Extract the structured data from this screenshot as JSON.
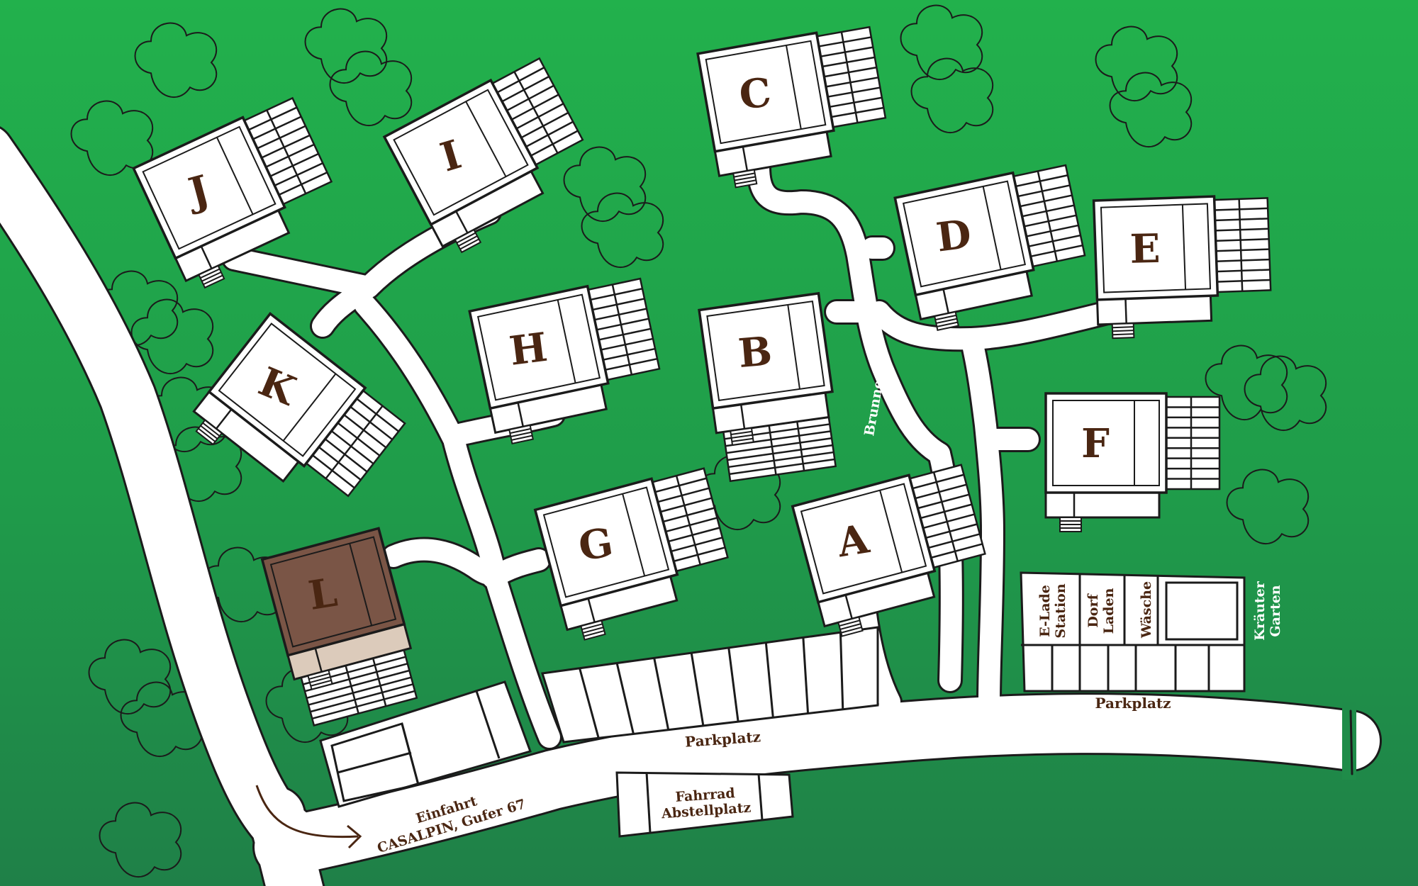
{
  "map": {
    "buildings": [
      {
        "letter": "A"
      },
      {
        "letter": "B"
      },
      {
        "letter": "C"
      },
      {
        "letter": "D"
      },
      {
        "letter": "E"
      },
      {
        "letter": "F"
      },
      {
        "letter": "G"
      },
      {
        "letter": "H"
      },
      {
        "letter": "I"
      },
      {
        "letter": "J"
      },
      {
        "letter": "K"
      },
      {
        "letter": "L",
        "highlighted": true
      }
    ],
    "labels": {
      "parkplatz_main": "Parkplatz",
      "parkplatz_right": "Parkplatz",
      "brunnen": "Brunnen",
      "e_lade_1": "E-Lade",
      "e_lade_2": "Station",
      "dorf_1": "Dorf",
      "dorf_2": "Laden",
      "waesche": "Wäsche",
      "kraeuter_1": "Kräuter",
      "kraeuter_2": "Garten",
      "einfahrt_1": "Einfahrt",
      "einfahrt_2": "CASALPIN, Gufer 67",
      "fahrrad_1": "Fahrrad",
      "fahrrad_2": "Abstellplatz"
    },
    "colors": {
      "grass_top": "#22b14c",
      "grass_bottom": "#1f8048",
      "outline": "#1b1b1b",
      "text": "#4a2612",
      "highlight": "#7a5546",
      "highlight_light": "#dccbbb"
    }
  }
}
